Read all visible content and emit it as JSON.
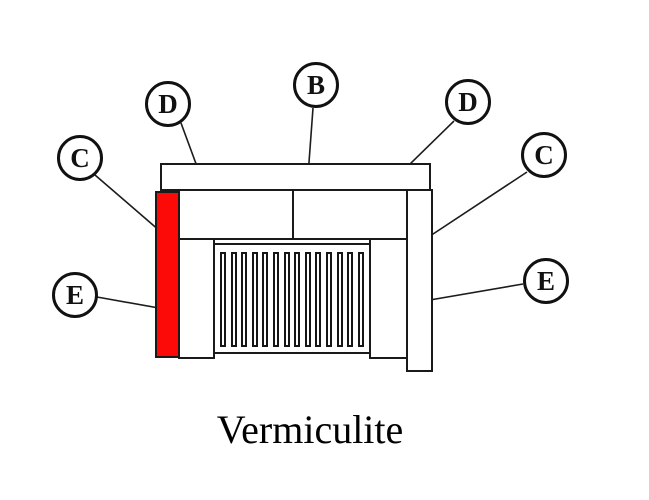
{
  "caption": "Vermiculite",
  "colors": {
    "highlight_red": "#fb0a07",
    "line_black": "#1a1a1a",
    "background": "#ffffff"
  },
  "callouts": [
    {
      "id": "d-left",
      "letter": "D"
    },
    {
      "id": "b",
      "letter": "B"
    },
    {
      "id": "d-right",
      "letter": "D"
    },
    {
      "id": "c-left",
      "letter": "C"
    },
    {
      "id": "c-right",
      "letter": "C"
    },
    {
      "id": "e-left",
      "letter": "E"
    },
    {
      "id": "e-right",
      "letter": "E"
    }
  ],
  "diagram": {
    "grate_slat_count": 14
  }
}
